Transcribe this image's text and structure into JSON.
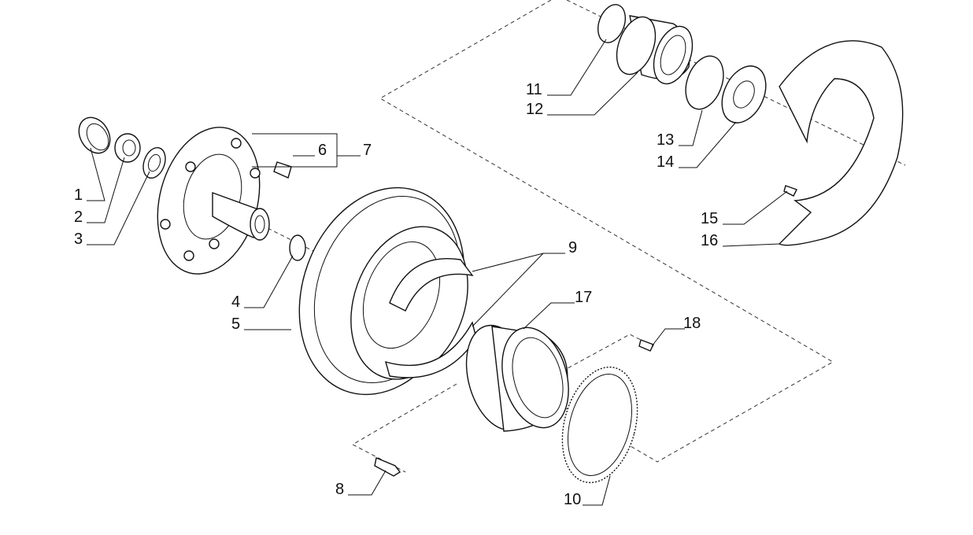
{
  "diagram": {
    "type": "exploded-parts-view",
    "labels": [
      "1",
      "2",
      "3",
      "4",
      "5",
      "6",
      "7",
      "8",
      "9",
      "10",
      "11",
      "12",
      "13",
      "14",
      "15",
      "16",
      "17",
      "18"
    ]
  }
}
